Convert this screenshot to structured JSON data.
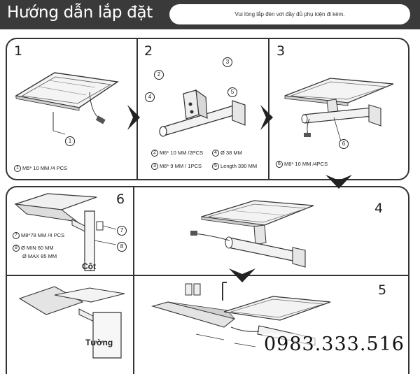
{
  "header": {
    "title": "Hướng dẫn lắp đặt",
    "note": "Vui lòng lắp đèn với đầy đủ phụ kiện đi kèm."
  },
  "steps": {
    "s1": {
      "num": "1",
      "spec_circle": "1",
      "spec_text": "M5* 10  MM /4 PCS",
      "callouts": [
        "1"
      ]
    },
    "s2": {
      "num": "2",
      "specs": [
        {
          "circle": "2",
          "text": "M6* 10  MM /2PCS"
        },
        {
          "circle": "4",
          "text": "Ø 38 MM"
        },
        {
          "circle": "3",
          "text": "M6* 9  MM / 1PCS"
        },
        {
          "circle": "5",
          "text": "Length 390 MM"
        }
      ],
      "callouts": [
        "2",
        "3",
        "4",
        "5"
      ]
    },
    "s3": {
      "num": "3",
      "spec_circle": "6",
      "spec_text": "M6* 10  MM /4PCS",
      "callouts": [
        "6"
      ]
    },
    "s6": {
      "num": "6",
      "spec7_circle": "7",
      "spec7_text": "M8*78 MM /4 PCS",
      "spec8_circle": "8",
      "spec8_line1": "Ø MIN 60 MM",
      "spec8_line2": "Ø MAX 85 MM",
      "pole_label": "Cột",
      "callouts": [
        "7",
        "8"
      ]
    },
    "s4": {
      "num": "4"
    },
    "s5": {
      "num": "5"
    },
    "wall": {
      "label": "Tường"
    }
  },
  "phone": "0983.333.516",
  "colors": {
    "header_bg": "#3a3a3a",
    "line": "#333333",
    "arrow": "#222222"
  }
}
